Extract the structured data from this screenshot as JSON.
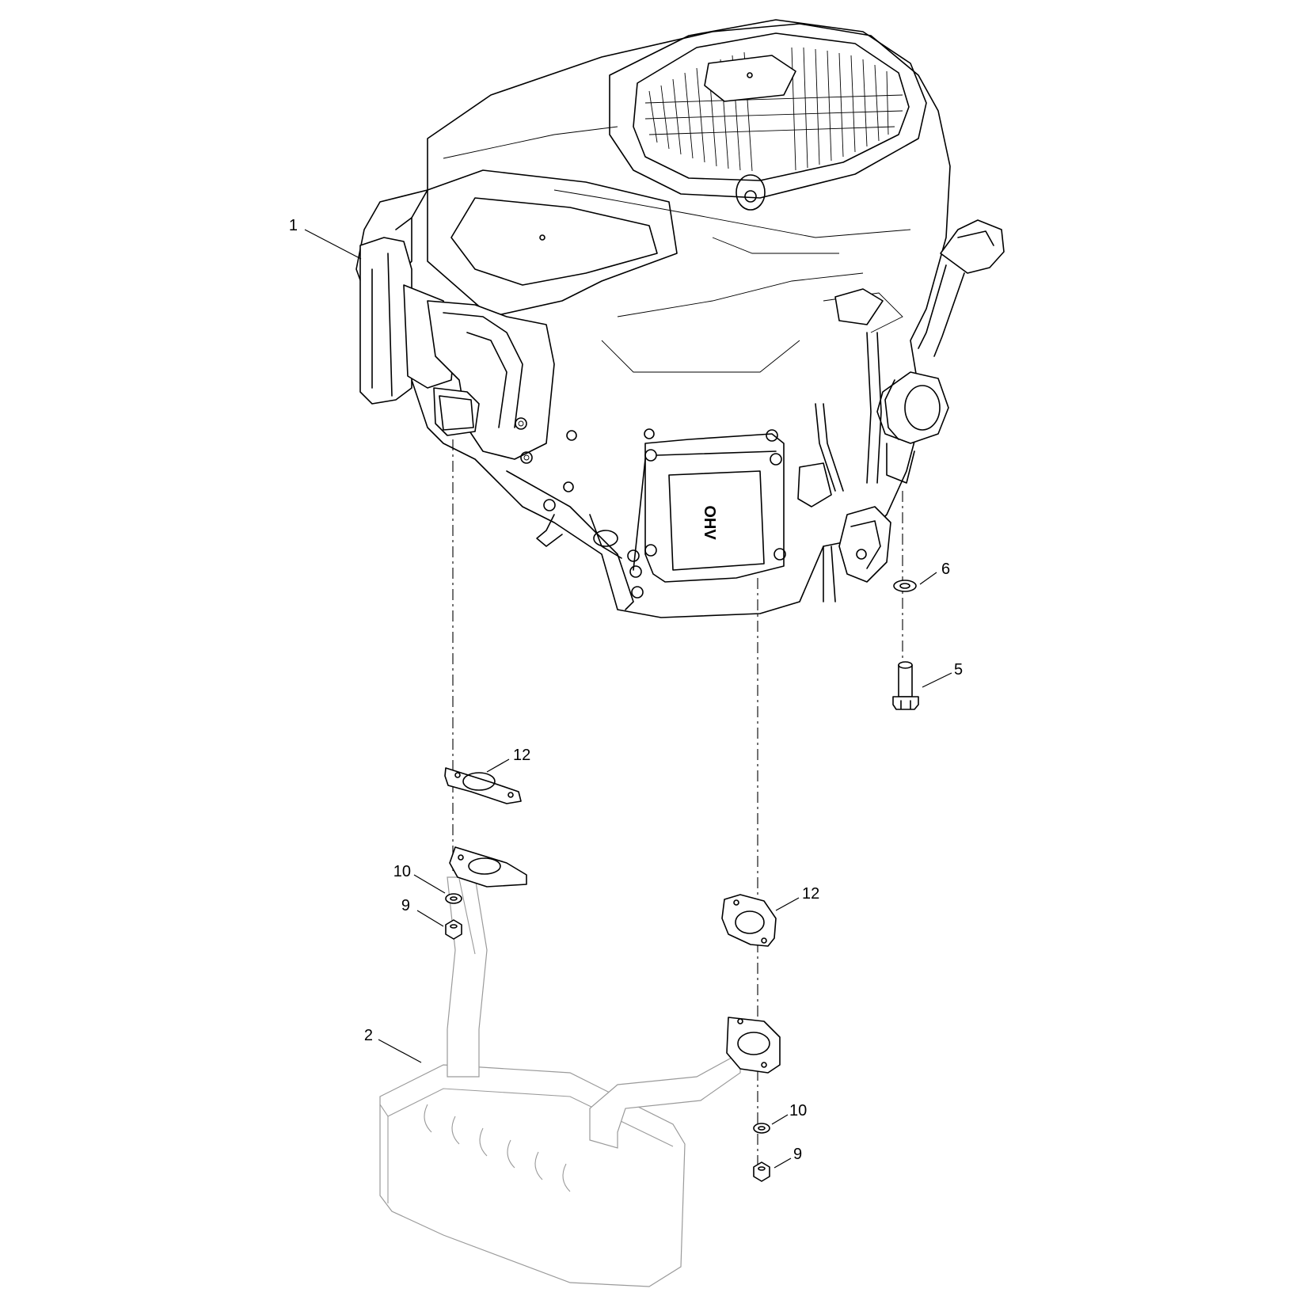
{
  "callouts": {
    "c1": "1",
    "c2": "2",
    "c5": "5",
    "c6": "6",
    "c9a": "9",
    "c9b": "9",
    "c10a": "10",
    "c10b": "10",
    "c12a": "12",
    "c12b": "12"
  },
  "engine": {
    "shroud_text": "OHV"
  },
  "colors": {
    "line": "#000000",
    "ghost_line": "#9a9a9a",
    "background": "#ffffff"
  }
}
